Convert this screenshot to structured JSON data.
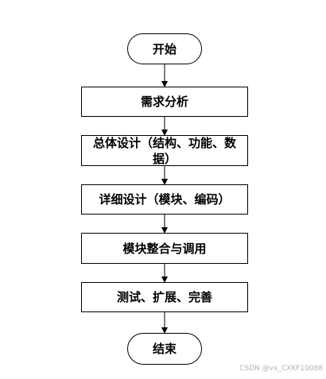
{
  "flowchart": {
    "start": "开始",
    "steps": [
      "需求分析",
      "总体设计（结构、功能、数据）",
      "详细设计（模块、编码）",
      "模块整合与调用",
      "测试、扩展、完善"
    ],
    "end": "结束"
  },
  "watermark": "CSDN @vx_CXKF10088"
}
